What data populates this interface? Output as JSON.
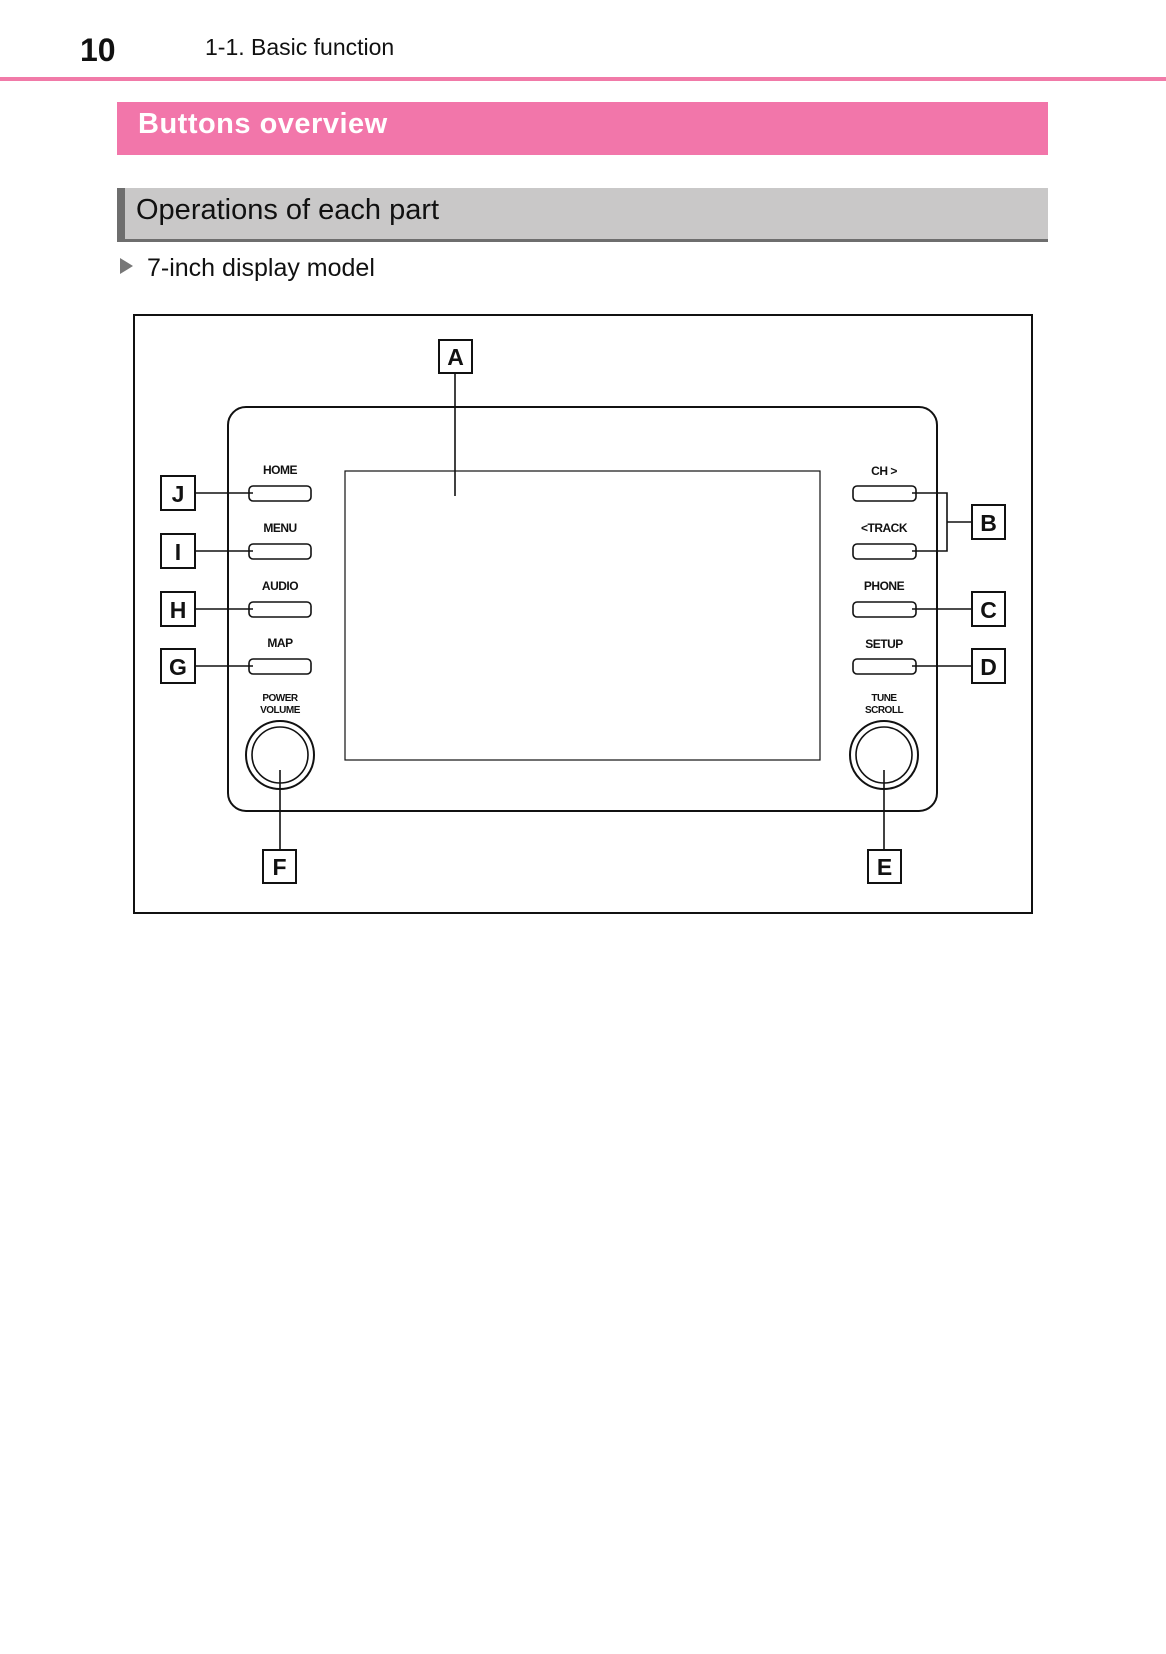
{
  "header": {
    "page_number": "10",
    "section": "1-1. Basic function"
  },
  "section_title": "Buttons overview",
  "subsection_title": "Operations of each part",
  "model_label": "7-inch display model",
  "diagram": {
    "callouts": {
      "A": "A",
      "B": "B",
      "C": "C",
      "D": "D",
      "E": "E",
      "F": "F",
      "G": "G",
      "H": "H",
      "I": "I",
      "J": "J"
    },
    "left_buttons": [
      "HOME",
      "MENU",
      "AUDIO",
      "MAP"
    ],
    "right_buttons": [
      "CH >",
      "<TRACK",
      "PHONE",
      "SETUP"
    ],
    "left_knob": [
      "POWER",
      "VOLUME"
    ],
    "right_knob": [
      "TUNE",
      "SCROLL"
    ]
  }
}
